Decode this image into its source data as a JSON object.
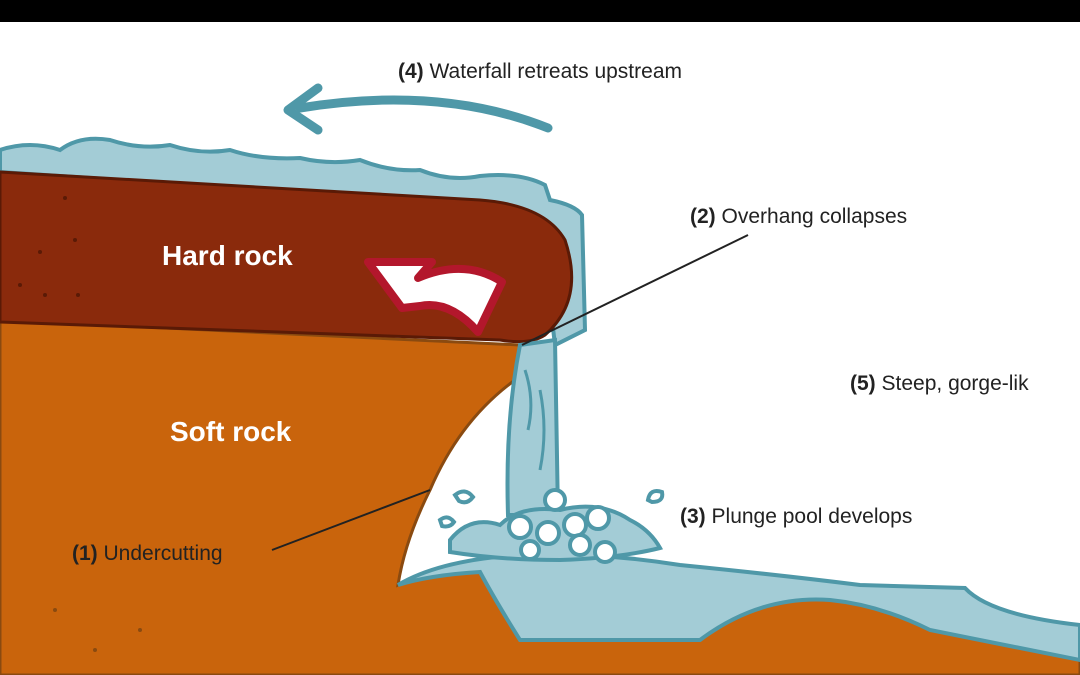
{
  "labels": {
    "step4": {
      "num": "(4)",
      "text": "Waterfall retreats upstream"
    },
    "step2": {
      "num": "(2)",
      "text": "Overhang collapses"
    },
    "step5": {
      "num": "(5)",
      "text": "Steep, gorge-lik"
    },
    "step3": {
      "num": "(3)",
      "text": "Plunge pool develops"
    },
    "step1": {
      "num": "(1)",
      "text": "Undercutting"
    }
  },
  "rocks": {
    "hard": "Hard rock",
    "soft": "Soft rock"
  },
  "colors": {
    "hard_rock": "#8a2a0c",
    "soft_rock": "#c9640c",
    "water": "#a3ccd6",
    "water_outline": "#4f98a8",
    "annotation_arrow": "#b3172c"
  }
}
